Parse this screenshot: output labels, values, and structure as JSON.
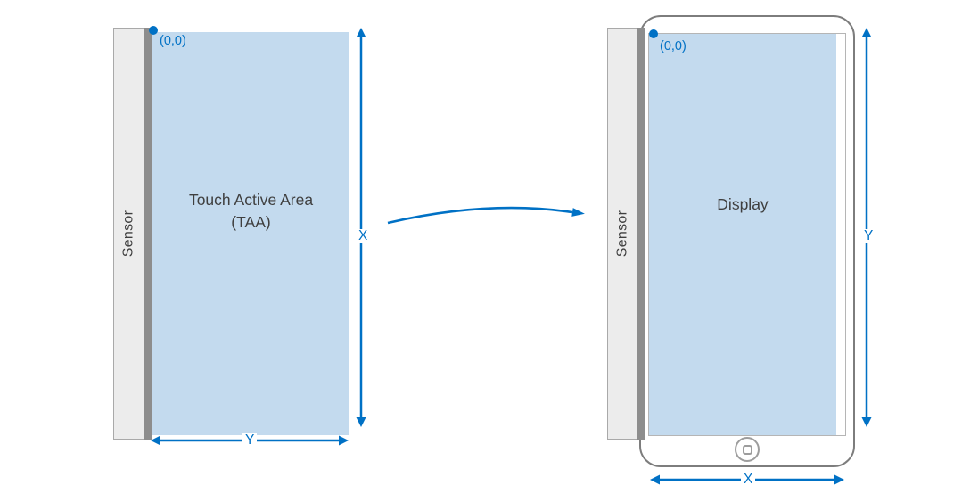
{
  "title": "Touch sensor to display coordinate mapping diagram",
  "colors": {
    "accent_blue": "#0071c5",
    "area_fill": "#c3daee",
    "sensor_fill": "#ececec",
    "sensor_strip": "#8d8d8d",
    "device_outline": "#7d7d7d",
    "label_text": "#3f3f3f"
  },
  "left_panel": {
    "sensor_label": "Sensor",
    "origin_label": "(0,0)",
    "area_title": "Touch Active Area",
    "area_subtitle": "(TAA)",
    "vertical_axis": "X",
    "horizontal_axis": "Y"
  },
  "right_panel": {
    "sensor_label": "Sensor",
    "origin_label": "(0,0)",
    "area_title": "Display",
    "vertical_axis": "Y",
    "horizontal_axis": "X"
  }
}
